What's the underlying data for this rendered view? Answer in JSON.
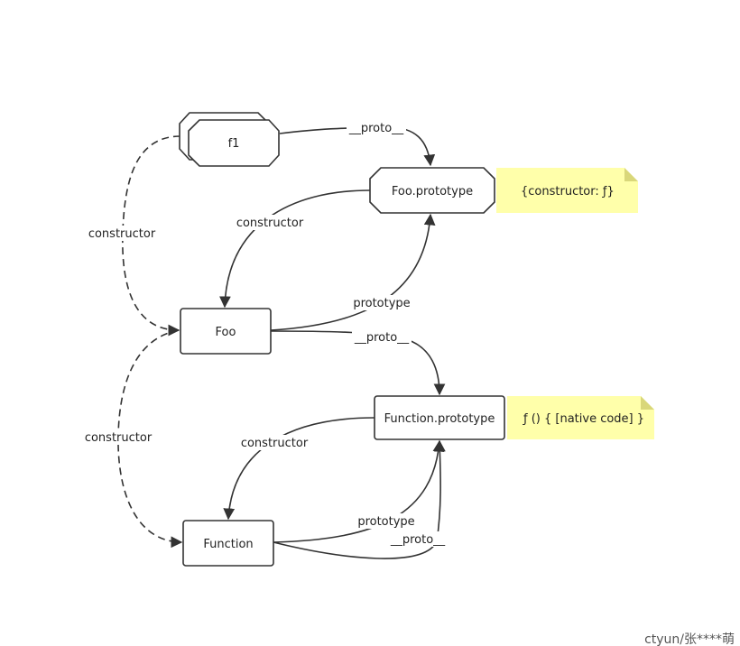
{
  "nodes": {
    "f1": "f1",
    "foo_prototype": "Foo.prototype",
    "foo": "Foo",
    "function_prototype": "Function.prototype",
    "function": "Function"
  },
  "notes": {
    "foo_prototype_note": "{constructor: ƒ}",
    "function_prototype_note": "ƒ () { [native code] }"
  },
  "edges": {
    "f1_proto": "__proto__",
    "f1_constructor": "constructor",
    "fooproto_constructor": "constructor",
    "foo_prototype": "prototype",
    "foo_proto": "__proto__",
    "foo_constructor": "constructor",
    "funcproto_constructor": "constructor",
    "function_prototype": "prototype",
    "function_proto": "__proto__"
  },
  "watermark": "ctyun/张****萌",
  "colors": {
    "stroke": "#333333",
    "note_fill": "#ffffaa",
    "note_fold": "#d9d77a",
    "label_bg": "#ffffff"
  }
}
